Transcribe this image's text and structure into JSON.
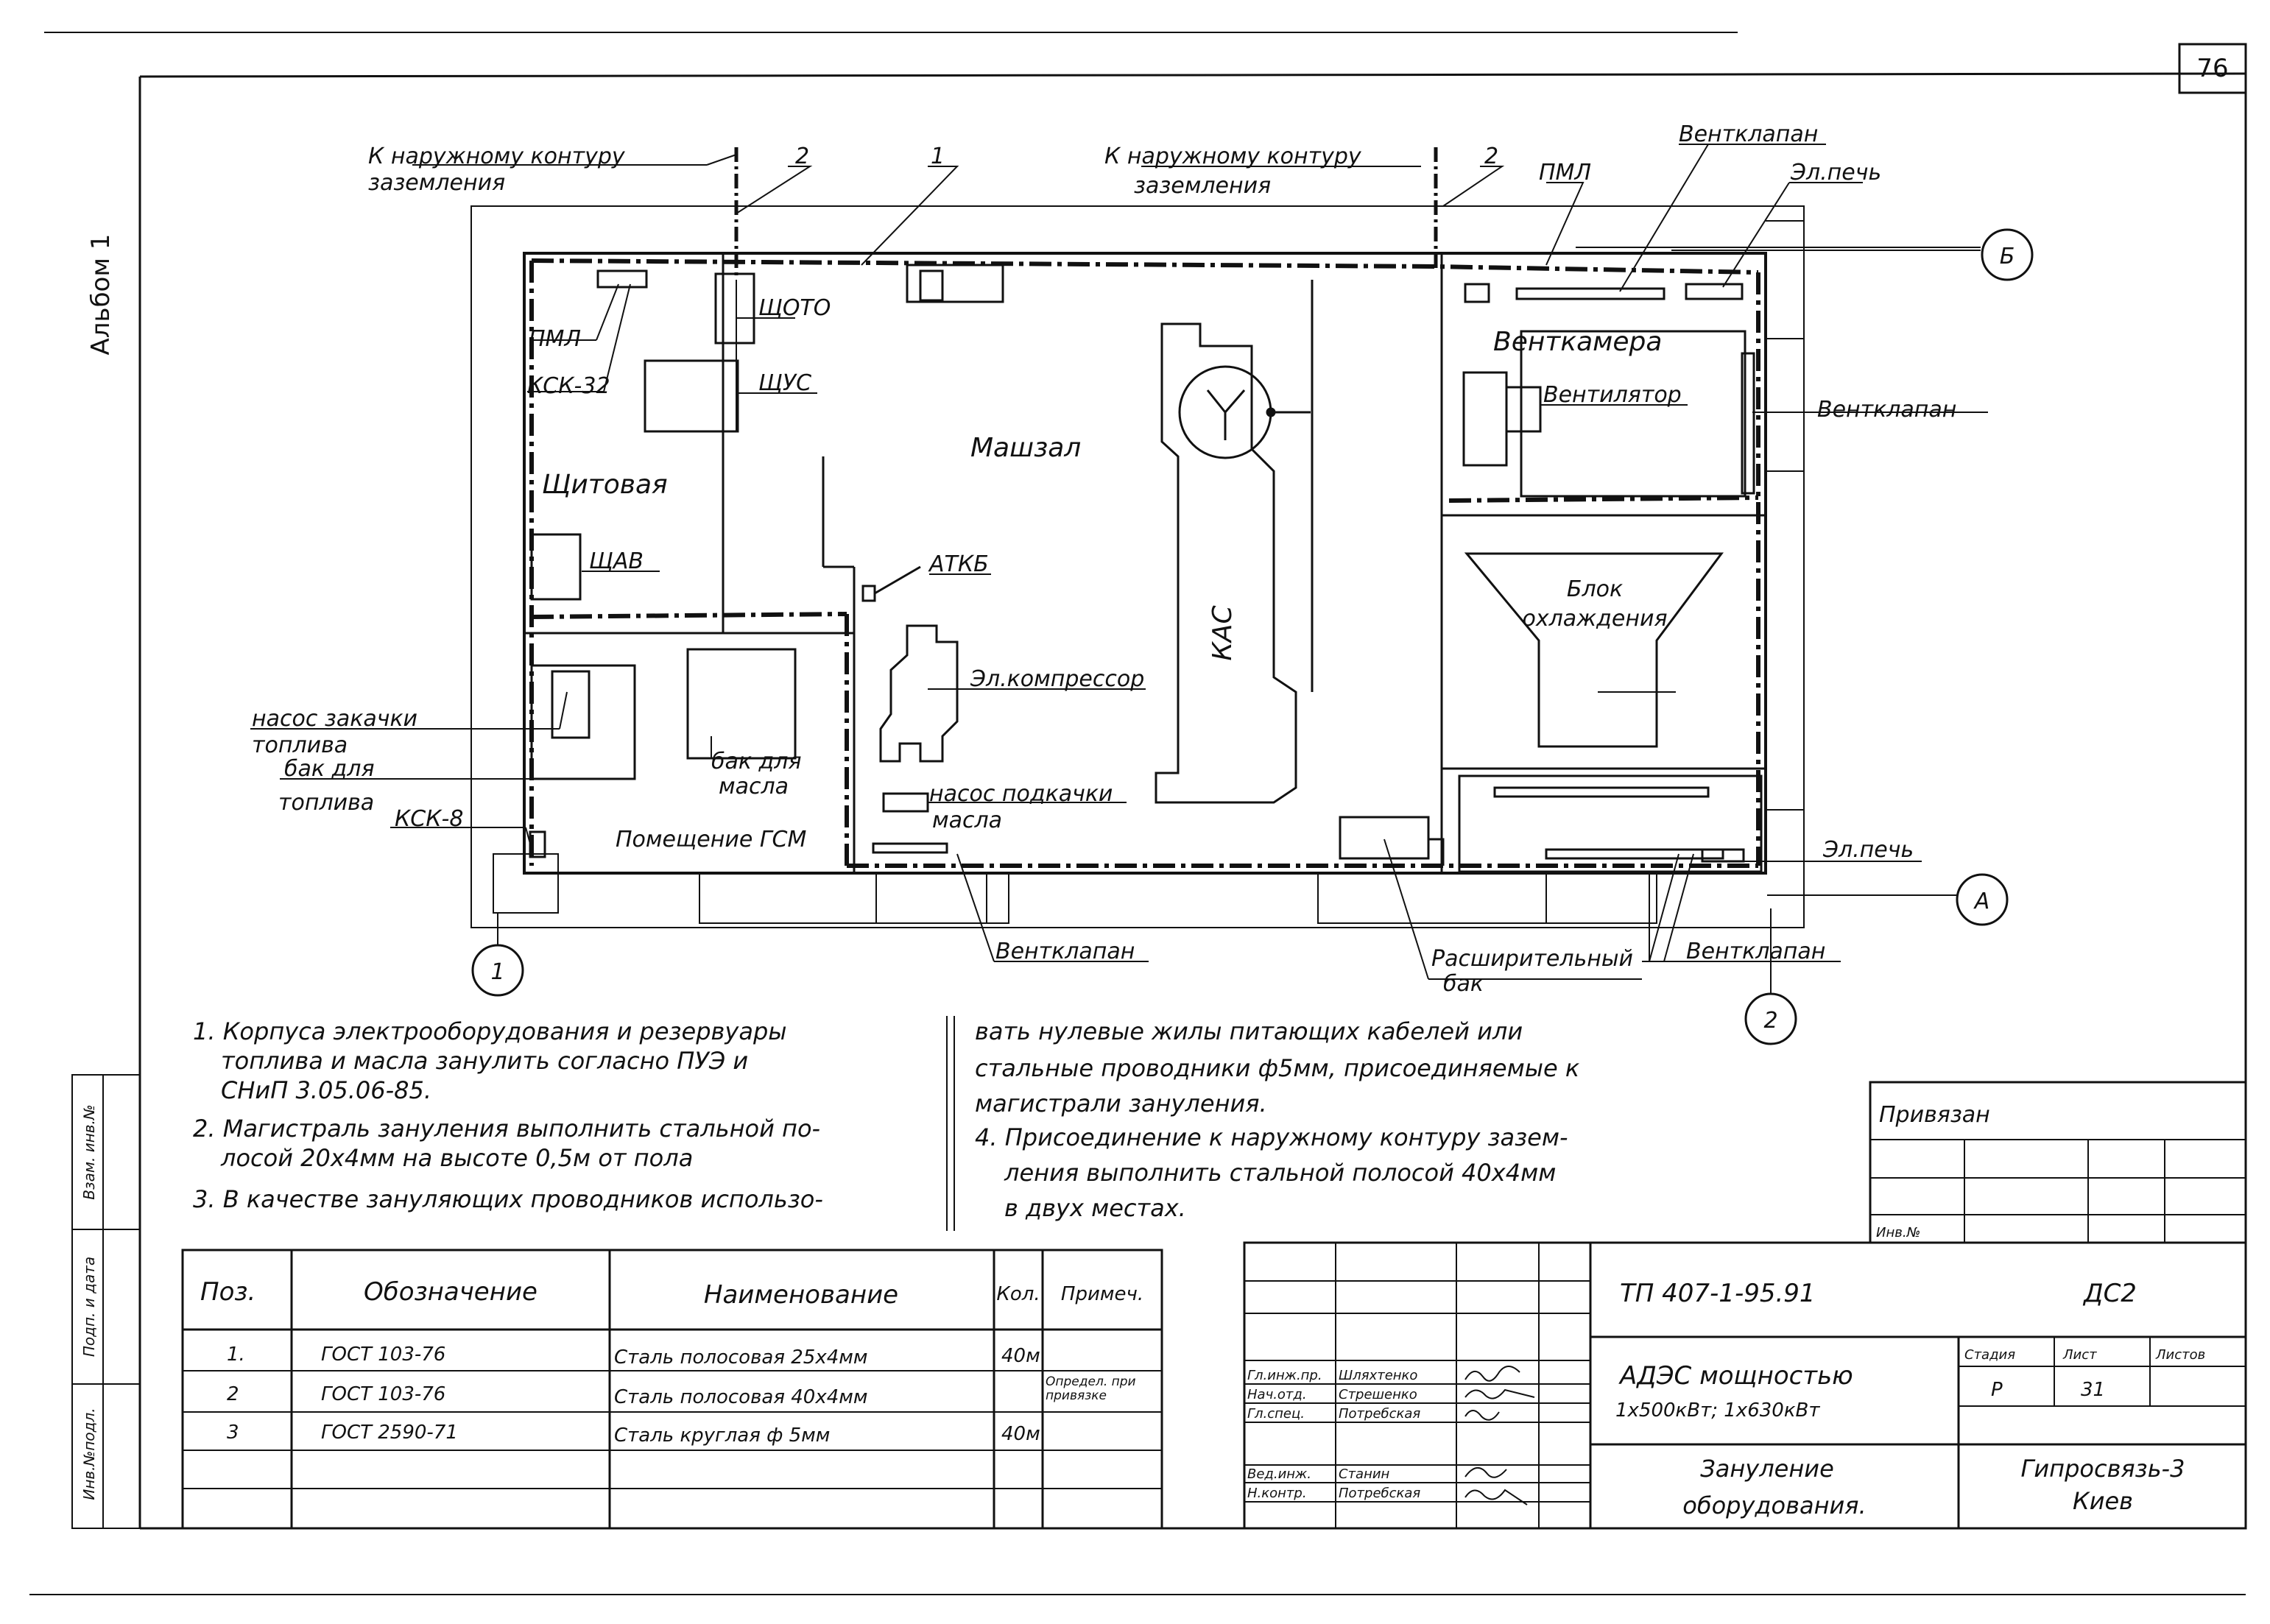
{
  "sheet": {
    "page_number": "76",
    "album": "Альбом 1",
    "side_stamps": [
      "Инв.№подл.",
      "Подп. и дата",
      "Взам. инв.№"
    ]
  },
  "plan": {
    "top_labels": {
      "to_contour_left_1": "К наружному контуру",
      "to_contour_left_2": "заземления",
      "to_contour_right_1": "К наружному контуру",
      "to_contour_right_2": "заземления",
      "callout_2a": "2",
      "callout_1": "1",
      "callout_2b": "2"
    },
    "rooms": {
      "shchitovaya": "Щитовая",
      "mashzal": "Машзал",
      "ventkamera": "Венткамера",
      "kas": "КАС",
      "blok_1": "Блок",
      "blok_2": "охлаждения",
      "pomeshchenie_gsm": "Помещение ГСМ"
    },
    "equipment": {
      "pml_left": "ПМЛ",
      "ksk32": "КСК-32",
      "shchoto": "ЩОТО",
      "shchus": "ЩУС",
      "shchav": "ЩАВ",
      "atkb": "АТКБ",
      "compressor": "Эл.компрессор",
      "bak_masla_1": "бак для",
      "bak_masla_2": "масла",
      "nasos_masla_1": "насос подкачки",
      "nasos_masla_2": "масла",
      "nasos_topliva_1": "насос закачки",
      "nasos_topliva_2": "топлива",
      "bak_topliva_1": "бак для",
      "bak_topliva_2": "топлива",
      "ksk8": "КСК-8",
      "ventklapan_top": "Вентклапан",
      "pml_right": "ПМЛ",
      "el_pech_top": "Эл.печь",
      "ventilyator": "Вентилятор",
      "ventklapan_right": "Вентклапан",
      "el_pech_bottom": "Эл.печь",
      "ventklapan_bottom_left": "Вентклапан",
      "rasshir_1": "Расширительный",
      "rasshir_2": "бак",
      "ventklapan_bottom_right": "Вентклапан"
    },
    "axes": {
      "B": "Б",
      "A": "А",
      "one": "1",
      "two": "2"
    }
  },
  "notes": {
    "left": [
      "1. Корпуса электрооборудования и резервуары",
      "топлива и масла занулить согласно ПУЭ и",
      "СНиП 3.05.06-85.",
      "2. Магистраль зануления выполнить стальной по-",
      "лосой 20х4мм на высоте 0,5м от пола",
      "3. В качестве зануляющих проводников использо-"
    ],
    "right": [
      "вать нулевые жилы питающих кабелей или",
      "стальные проводники ф5мм, присоединяемые к",
      "магистрали зануления.",
      "4. Присоединение к наружному контуру зазем-",
      "ления выполнить стальной полосой 40х4мм",
      "в двух местах."
    ]
  },
  "spec_table": {
    "headers": [
      "Поз.",
      "Обозначение",
      "Наименование",
      "Кол.",
      "Примеч."
    ],
    "rows": [
      [
        "1.",
        "ГОСТ 103-76",
        "Сталь полосовая 25х4мм",
        "40м",
        ""
      ],
      [
        "2",
        "ГОСТ 103-76",
        "Сталь полосовая 40х4мм",
        "",
        "Определ. при привязке"
      ],
      [
        "3",
        "ГОСТ 2590-71",
        "Сталь круглая ф 5мм",
        "40м",
        ""
      ]
    ]
  },
  "privyazan": {
    "title": "Привязан",
    "inv": "Инв.№"
  },
  "title_block": {
    "code": "ТП 407-1-95.91",
    "sheet_code": "ДС2",
    "object_1": "АДЭС мощностью",
    "object_2": "1х500кВт; 1х630кВт",
    "stage_hdr": "Стадия",
    "sheet_hdr": "Лист",
    "sheets_hdr": "Листов",
    "stage": "Р",
    "sheet": "31",
    "drawing_1": "Зануление",
    "drawing_2": "оборудования.",
    "org_1": "Гипросвязь-3",
    "org_2": "Киев",
    "signers": [
      [
        "Гл.инж.пр.",
        "Шляхтенко"
      ],
      [
        "Нач.отд.",
        "Стрешенко"
      ],
      [
        "Гл.спец.",
        "Потребская"
      ],
      [
        "Вед.инж.",
        "Станин"
      ],
      [
        "Н.контр.",
        "Потребская"
      ]
    ]
  }
}
